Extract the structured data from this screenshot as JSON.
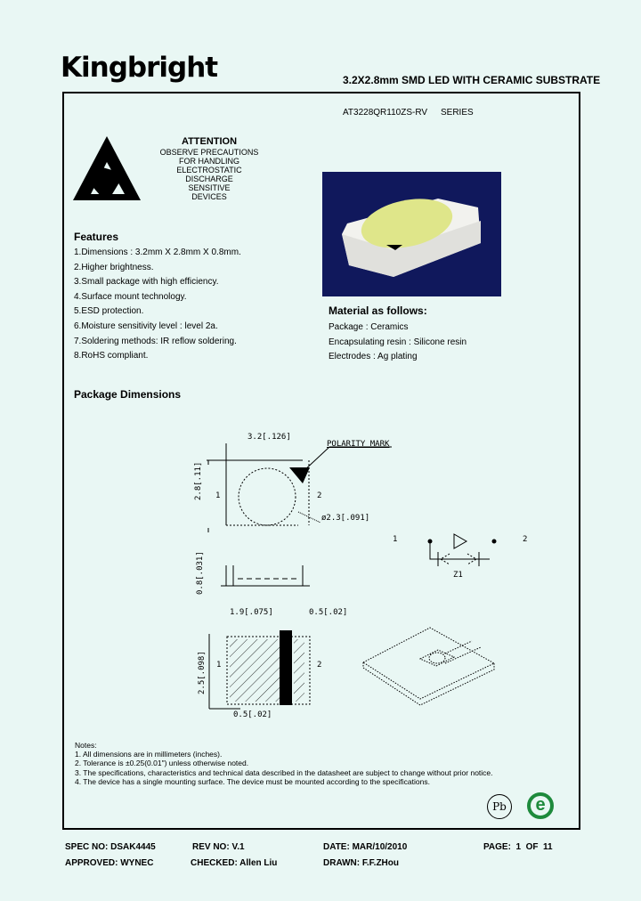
{
  "header": {
    "logo": "Kingbright",
    "title": "3.2X2.8mm SMD LED WITH CERAMIC SUBSTRATE"
  },
  "part": {
    "number": "AT3228QR110ZS-RV",
    "series": "SERIES"
  },
  "attention": {
    "title": "ATTENTION",
    "lines": [
      "OBSERVE PRECAUTIONS",
      "FOR HANDLING",
      "ELECTROSTATIC",
      "DISCHARGE",
      "SENSITIVE",
      "DEVICES"
    ]
  },
  "features": {
    "heading": "Features",
    "items": [
      "1.Dimensions : 3.2mm X 2.8mm X 0.8mm.",
      "2.Higher brightness.",
      "3.Small package with high efficiency.",
      "4.Surface mount technology.",
      "5.ESD protection.",
      "6.Moisture sensitivity level : level 2a.",
      "7.Soldering methods: IR reflow soldering.",
      "8.RoHS compliant."
    ]
  },
  "material": {
    "heading": "Material as follows:",
    "items": [
      "Package : Ceramics",
      "Encapsulating resin : Silicone resin",
      "Electrodes : Ag plating"
    ]
  },
  "package": {
    "heading": "Package Dimensions",
    "labels": {
      "width": "3.2[.126]",
      "height": "2.8[.11]",
      "polarity": "POLARITY MARK",
      "diameter": "ø2.3[.091]",
      "thickness": "0.8[.031]",
      "pad_width": "1.9[.075]",
      "gap": "0.5[.02]",
      "pad_height": "2.5[.098]",
      "bottom_gap": "0.5[.02]",
      "pin1": "1",
      "pin2": "2",
      "pin1b": "1",
      "pin2b": "2"
    },
    "schematic": {
      "pin1": "1",
      "pin2": "2",
      "zener": "Z1"
    }
  },
  "notes": {
    "heading": "Notes:",
    "items": [
      "1. All dimensions are in millimeters (inches).",
      "2. Tolerance is ±0.25(0.01\") unless otherwise noted.",
      "3. The specifications, characteristics and technical data described in the datasheet are subject to change without prior notice.",
      "4. The device has a single mounting surface. The device must be mounted according to the specifications."
    ]
  },
  "badges": {
    "pb": "Pb",
    "rohs": "e"
  },
  "footer": {
    "spec": "SPEC NO: DSAK4445",
    "rev": "REV NO: V.1",
    "date": "DATE: MAR/10/2010",
    "page": "PAGE:  1  OF  11",
    "approved": "APPROVED: WYNEC",
    "checked": "CHECKED: Allen Liu",
    "drawn": "DRAWN: F.F.ZHou"
  },
  "colors": {
    "background": "#e9f7f4",
    "photo_bg": "#10185c",
    "led_lens": "#dfe68a",
    "rohs_green": "#1e8a3c"
  }
}
